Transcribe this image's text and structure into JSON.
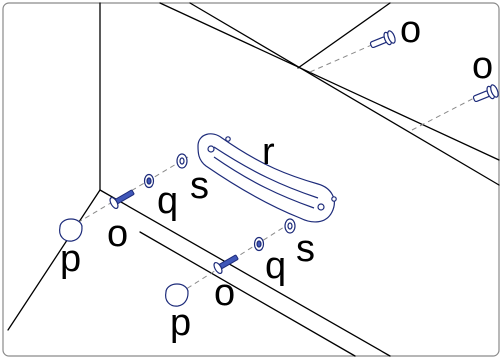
{
  "labels": {
    "o_top": "o",
    "o_right": "o",
    "o_left": "o",
    "o_bottom": "o",
    "p_left": "p",
    "p_bottom": "p",
    "q_left": "q",
    "q_bottom": "q",
    "s_left": "s",
    "s_bottom": "s",
    "r": "r"
  },
  "colors": {
    "hardware": "#1d2b7a",
    "screw_fill": "#4057b8",
    "line": "#000000",
    "dash": "#8a8a8a"
  }
}
